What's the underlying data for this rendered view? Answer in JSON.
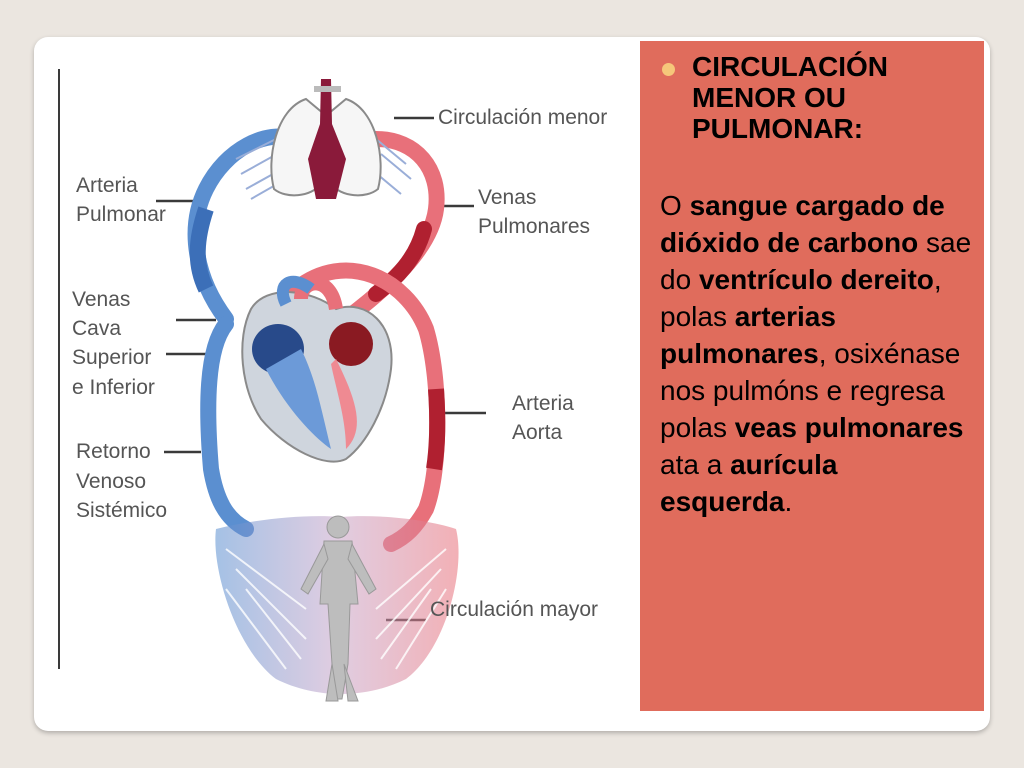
{
  "labels": {
    "circ_menor": "Circulación menor",
    "arteria_pulmonar_1": "Arteria",
    "arteria_pulmonar_2": "Pulmonar",
    "venas_pulmonares_1": "Venas",
    "venas_pulmonares_2": "Pulmonares",
    "venas_cava_1": "Venas",
    "venas_cava_2": "Cava",
    "venas_cava_3": "Superior",
    "venas_cava_4": "e Inferior",
    "arteria_aorta_1": "Arteria",
    "arteria_aorta_2": "Aorta",
    "retorno_1": "Retorno",
    "retorno_2": "Venoso",
    "retorno_3": "Sistémico",
    "circ_mayor": "Circulación mayor"
  },
  "panel": {
    "heading": "CIRCULACIÓN MENOR OU PULMONAR:",
    "body": [
      {
        "t": "O ",
        "b": false
      },
      {
        "t": "sangue cargado de dióxido de carbono",
        "b": true
      },
      {
        "t": " sae do ",
        "b": false
      },
      {
        "t": "ventrículo dereito",
        "b": true
      },
      {
        "t": ", polas ",
        "b": false
      },
      {
        "t": "arterias pulmonares",
        "b": true
      },
      {
        "t": ", osixénase nos pulmóns e regresa polas ",
        "b": false
      },
      {
        "t": "veas pulmonares",
        "b": true
      },
      {
        "t": " ata a ",
        "b": false
      },
      {
        "t": "aurícula esquerda",
        "b": true
      },
      {
        "t": ".",
        "b": false
      }
    ]
  },
  "colors": {
    "panel_bg": "#e06c5c",
    "bullet": "#f6c77a",
    "venous_blue": "#5b8fd0",
    "arterial_red": "#e8707a"
  }
}
